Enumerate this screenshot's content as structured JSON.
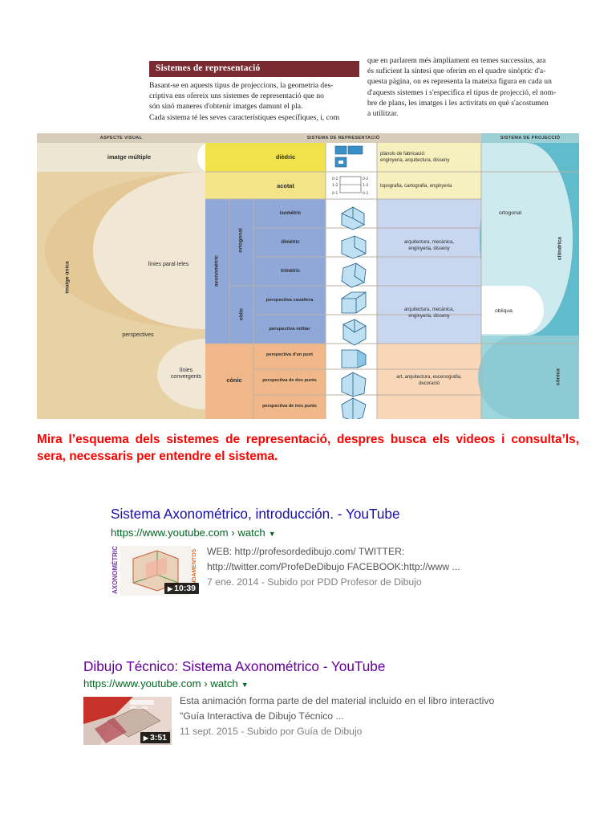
{
  "scan": {
    "title": "Sistemes de representació",
    "left_paragraph": "Basant-se en aquests tipus de projeccions, la geometria des-\ncriptiva ens ofereix uns sistemes de representació que no\nsón sinó maneres d'obtenir imatges damunt el pla.\nCada sistema té les seves característiques específiques, i, com",
    "right_paragraph": "que en parlarem més àmpliament en temes successius, ara\nés suficient la síntesi que oferim en el quadre sinòptic d'a-\nquesta pàgina, on es representa la mateixa figura en cada un\nd'aquests sistemes i s'especifica el tipus de projecció, el nom-\nbre de plans, les imatges i les activitats en què s'acostumen\na utilitzar.",
    "chart": {
      "headers": [
        "ASPECTE VISUAL",
        "SISTEMA DE REPRESENTACIÓ",
        "SISTEMA DE PROJECCIÓ"
      ],
      "visual": {
        "multiple": "imatge múltiple",
        "unica": "imatge única",
        "paralleles": "línies paral·leles",
        "perspectives": "perspectives",
        "convergents": "línies\nconvergents"
      },
      "systems": {
        "diedric": "dièdric",
        "acotat": "acotat",
        "axonometric": "axonomètric",
        "ortogonal": "ortogonal",
        "oblic": "oblic",
        "conic": "cònic",
        "isometric": "isomètric",
        "dimetric": "dimètric",
        "trimetric": "trimètric",
        "cavallera": "perspectiva cavallera",
        "militar": "perspectiva militar",
        "un_punt": "perspectiva d'un punt",
        "dos_punts": "perspectiva de dos punts",
        "tres_punts": "perspectiva de tres punts"
      },
      "uses": {
        "diedric": "plànols de fabricació:\nenginyeria, arquitectura, disseny",
        "acotat": "topografia, cartografia, enginyeria",
        "ortogonal": "arquitectura, mecànica,\nenginyeria, disseny",
        "oblic": "arquitectura, mecànica,\nenginyeria, disseny",
        "conic": "art, arquitectura, escenografia,\ndecoració"
      },
      "projection": {
        "ortogonal": "ortogonal",
        "obliqua": "obliqua",
        "cilindrica": "cilíndrica",
        "conica": "cònica"
      },
      "acotat_marks": [
        "0-2",
        "0-2",
        "1-2",
        "1-2",
        "0-1",
        "0-1"
      ]
    }
  },
  "instruction": "Mira l’esquema dels sistemes de representació, despres busca els videos i consulta’ls, sera, necessaris per entendre el sistema.",
  "results": [
    {
      "title": "Sistema Axonométrico, introducción. - YouTube",
      "url": "https://www.youtube.com › watch",
      "snippet_1": "WEB: http://profesordedibujo.com/ TWITTER:",
      "snippet_2": "http://twitter.com/ProfeDeDibujo FACEBOOK:http://www ...",
      "date": "7 ene. 2014",
      "uploader": " - Subido por PDD Profesor de Dibujo",
      "duration": "10:39",
      "thumb_text_1": "AXONOMÉTRICO",
      "thumb_text_2": "FUNDAMENTOS",
      "title_color": "#1a0dab"
    },
    {
      "title": "Dibujo Técnico: Sistema Axonométrico - YouTube",
      "url": "https://www.youtube.com › watch",
      "snippet_1": "Esta animación forma parte de del material incluido en el libro interactivo",
      "snippet_2": "\"Guía Interactiva de Dibujo Técnico ...",
      "date": "11 sept. 2015",
      "uploader": " - Subido por Guía de Dibujo",
      "duration": "3:51",
      "title_color": "#660099"
    }
  ]
}
